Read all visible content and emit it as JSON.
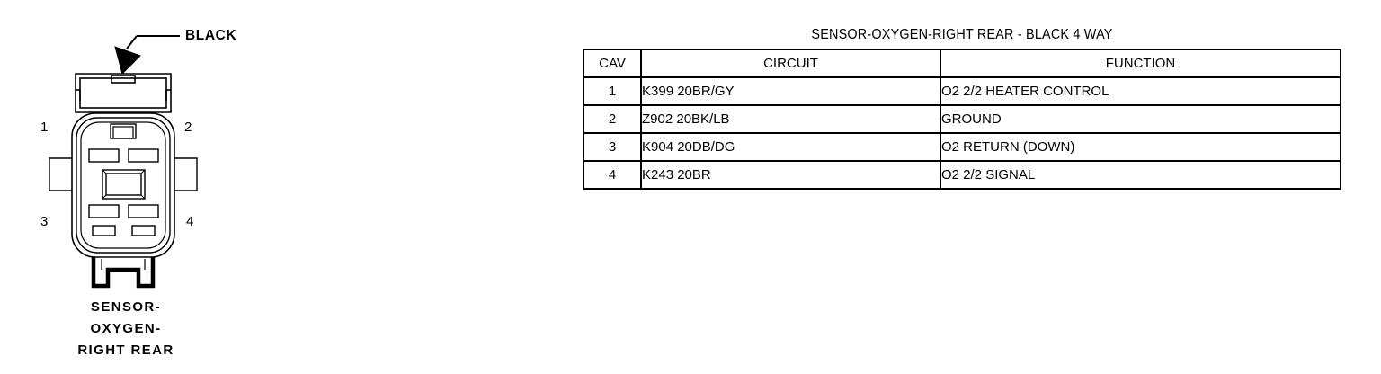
{
  "connector": {
    "callout_label": "BLACK",
    "pins": [
      {
        "id": "1",
        "label": "1"
      },
      {
        "id": "2",
        "label": "2"
      },
      {
        "id": "3",
        "label": "3"
      },
      {
        "id": "4",
        "label": "4"
      }
    ],
    "caption_lines": [
      "SENSOR-",
      "OXYGEN-",
      "RIGHT REAR"
    ],
    "line_color": "#000000",
    "fill_color": "#ffffff"
  },
  "table": {
    "title": "SENSOR-OXYGEN-RIGHT REAR - BLACK 4 WAY",
    "headers": [
      "CAV",
      "CIRCUIT",
      "FUNCTION"
    ],
    "rows": [
      {
        "cav": "1",
        "circuit": "K399  20BR/GY",
        "function": "O2 2/2 HEATER CONTROL"
      },
      {
        "cav": "2",
        "circuit": "Z902  20BK/LB",
        "function": "GROUND"
      },
      {
        "cav": "3",
        "circuit": "K904  20DB/DG",
        "function": "O2 RETURN (DOWN)"
      },
      {
        "cav": "4",
        "circuit": "K243  20BR",
        "function": "O2 2/2 SIGNAL"
      }
    ],
    "border_color": "#000000"
  }
}
